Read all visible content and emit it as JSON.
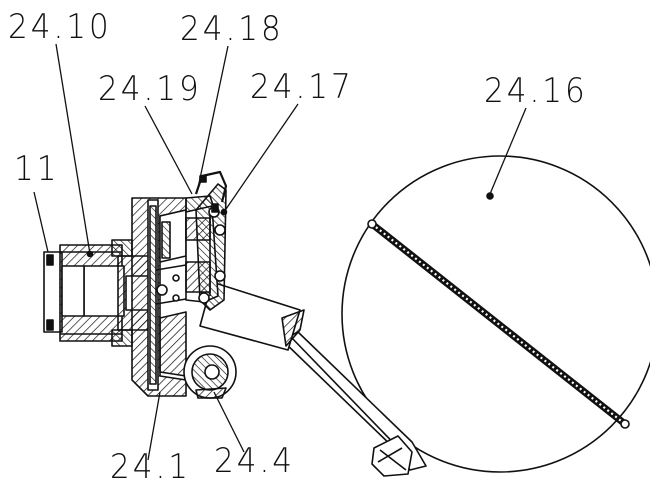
{
  "labels": {
    "l_24_10": "24.10",
    "l_24_18": "24.18",
    "l_24_19": "24.19",
    "l_24_17": "24.17",
    "l_24_16": "24.16",
    "l_11": "11",
    "l_24_1": "24.1",
    "l_24_4": "24.4"
  },
  "colors": {
    "line": "#111111",
    "background": "#ffffff"
  }
}
